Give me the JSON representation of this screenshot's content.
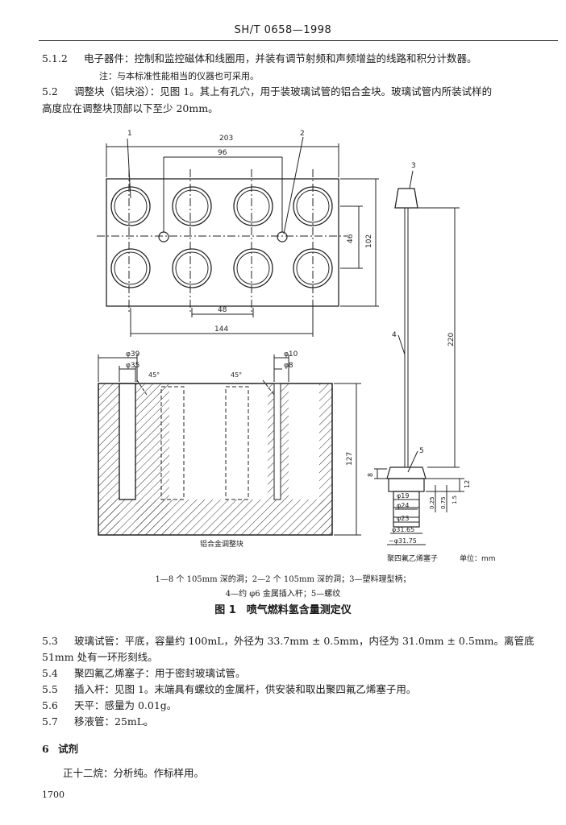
{
  "header": {
    "standard": "SH/T 0658—1998"
  },
  "section_5_1_2": {
    "num": "5.1.2",
    "text": "电子器件：控制和监控磁体和线圈用，并装有调节射频和声频增益的线路和积分计数器。"
  },
  "note": {
    "text": "注：与本标准性能相当的仪器也可采用。"
  },
  "section_5_2": {
    "num": "5.2",
    "line1": "调整块（铝块浴）：见图 1。其上有孔穴，用于装玻璃试管的铝合金块。玻璃试管内所装试样的",
    "line2": "高度应在调整块顶部以下至少 20mm。"
  },
  "figure": {
    "dims": {
      "d203": "203",
      "d96": "96",
      "d46": "46",
      "d102": "102",
      "d48": "48",
      "d144": "144",
      "phi39": "φ39",
      "phi35": "φ35",
      "phi10": "φ10",
      "phi8": "φ8",
      "a45a": "45°",
      "a45b": "45°",
      "d127": "127",
      "d220": "220",
      "d8": "8",
      "d12": "12",
      "d0_25": "0.25",
      "d0_75": "0.75",
      "d1_5": "1.5",
      "phi19": "φ19",
      "phi24": "φ24",
      "phi23": "φ23",
      "phi31_65": "φ31.65",
      "phi31_75": "~φ31.75"
    },
    "callouts": {
      "c1": "1",
      "c2": "2",
      "c3": "3",
      "c4": "4",
      "c5": "5"
    },
    "label_block": "铝合金调整块",
    "label_stopper": "聚四氟乙烯塞子",
    "unit": "单位：mm",
    "legend1": "1—8 个 105mm 深的洞；2—2 个 105mm 深的洞；3—塑料理型柄；",
    "legend2": "4—约 φ6 金属插入杆；5—螺纹",
    "title": "图 1　喷气燃料氢含量测定仪"
  },
  "items": [
    {
      "num": "5.3",
      "text": "玻璃试管：平底，容量约 100mL，外径为 33.7mm ± 0.5mm，内径为 31.0mm ± 0.5mm。离管底"
    },
    {
      "num": "",
      "text": "51mm 处有一环形刻线。"
    },
    {
      "num": "5.4",
      "text": "聚四氟乙烯塞子：用于密封玻璃试管。"
    },
    {
      "num": "5.5",
      "text": "插入杆：见图 1。末端具有螺纹的金属杆，供安装和取出聚四氟乙烯塞子用。"
    },
    {
      "num": "5.6",
      "text": "天平：感量为 0.01g。"
    },
    {
      "num": "5.7",
      "text": "移液管：25mL。"
    }
  ],
  "section_6": {
    "num": "6",
    "title": "试剂"
  },
  "reagent": {
    "text": "正十二烷：分析纯。作标样用。"
  },
  "footer": {
    "page": "1700"
  }
}
